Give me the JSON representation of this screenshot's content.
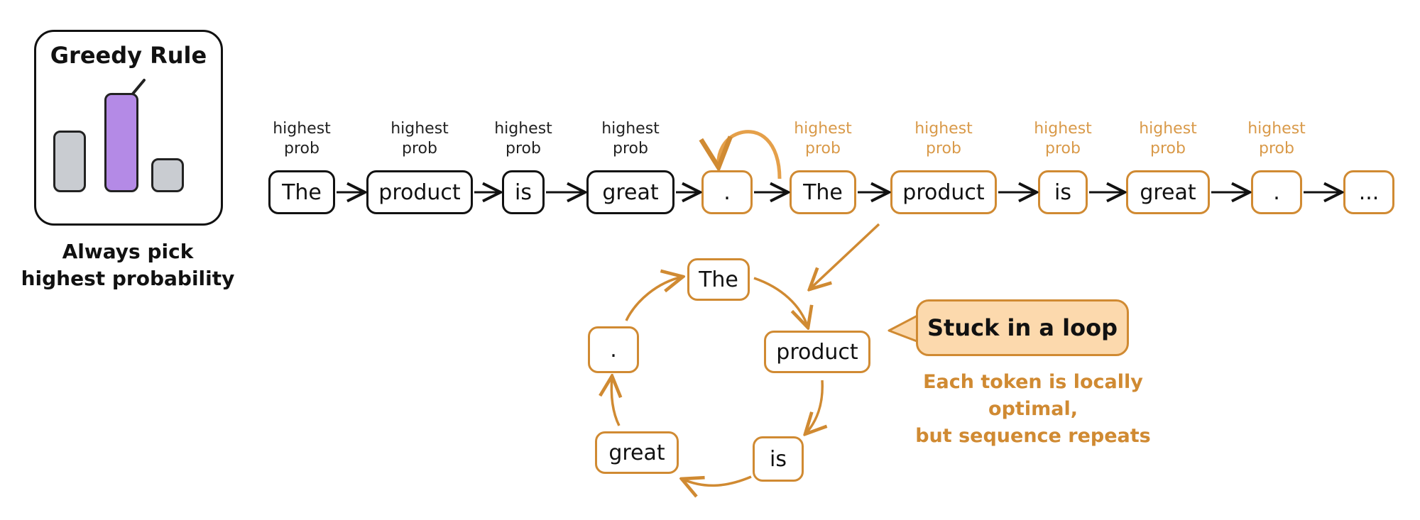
{
  "greedy_card": {
    "title": "Greedy Rule",
    "check_icon": "check-mark-icon",
    "bars": [
      {
        "relative_height": 0.62,
        "color": "#c9ccd1",
        "selected": false
      },
      {
        "relative_height": 1.0,
        "color": "#b48ae6",
        "selected": true
      },
      {
        "relative_height": 0.34,
        "color": "#c9ccd1",
        "selected": false
      }
    ],
    "caption_line1": "Always pick",
    "caption_line2": "highest probability"
  },
  "sequence": {
    "label_line1": "highest",
    "label_line2": "prob",
    "tokens": [
      {
        "text": "The",
        "state": "normal",
        "labeled": true
      },
      {
        "text": "product",
        "state": "normal",
        "labeled": true
      },
      {
        "text": "is",
        "state": "normal",
        "labeled": true
      },
      {
        "text": "great",
        "state": "normal",
        "labeled": true
      },
      {
        "text": ".",
        "state": "loop",
        "labeled": false
      },
      {
        "text": "The",
        "state": "loop",
        "labeled": true
      },
      {
        "text": "product",
        "state": "loop",
        "labeled": true
      },
      {
        "text": "is",
        "state": "loop",
        "labeled": true
      },
      {
        "text": "great",
        "state": "loop",
        "labeled": true
      },
      {
        "text": ".",
        "state": "loop",
        "labeled": true
      },
      {
        "text": "...",
        "state": "loop",
        "labeled": false
      }
    ]
  },
  "loop_cycle": {
    "nodes": [
      "The",
      "product",
      "is",
      "great",
      "."
    ]
  },
  "callout": {
    "title": "Stuck in a loop",
    "note_line1": "Each token is locally optimal,",
    "note_line2": "but sequence repeats"
  },
  "colors": {
    "loop_accent": "#d08a32",
    "label_orange": "#d99a4a",
    "bubble_fill": "#fcd9ad",
    "selected_bar": "#b48ae6",
    "other_bar": "#c9ccd1"
  }
}
